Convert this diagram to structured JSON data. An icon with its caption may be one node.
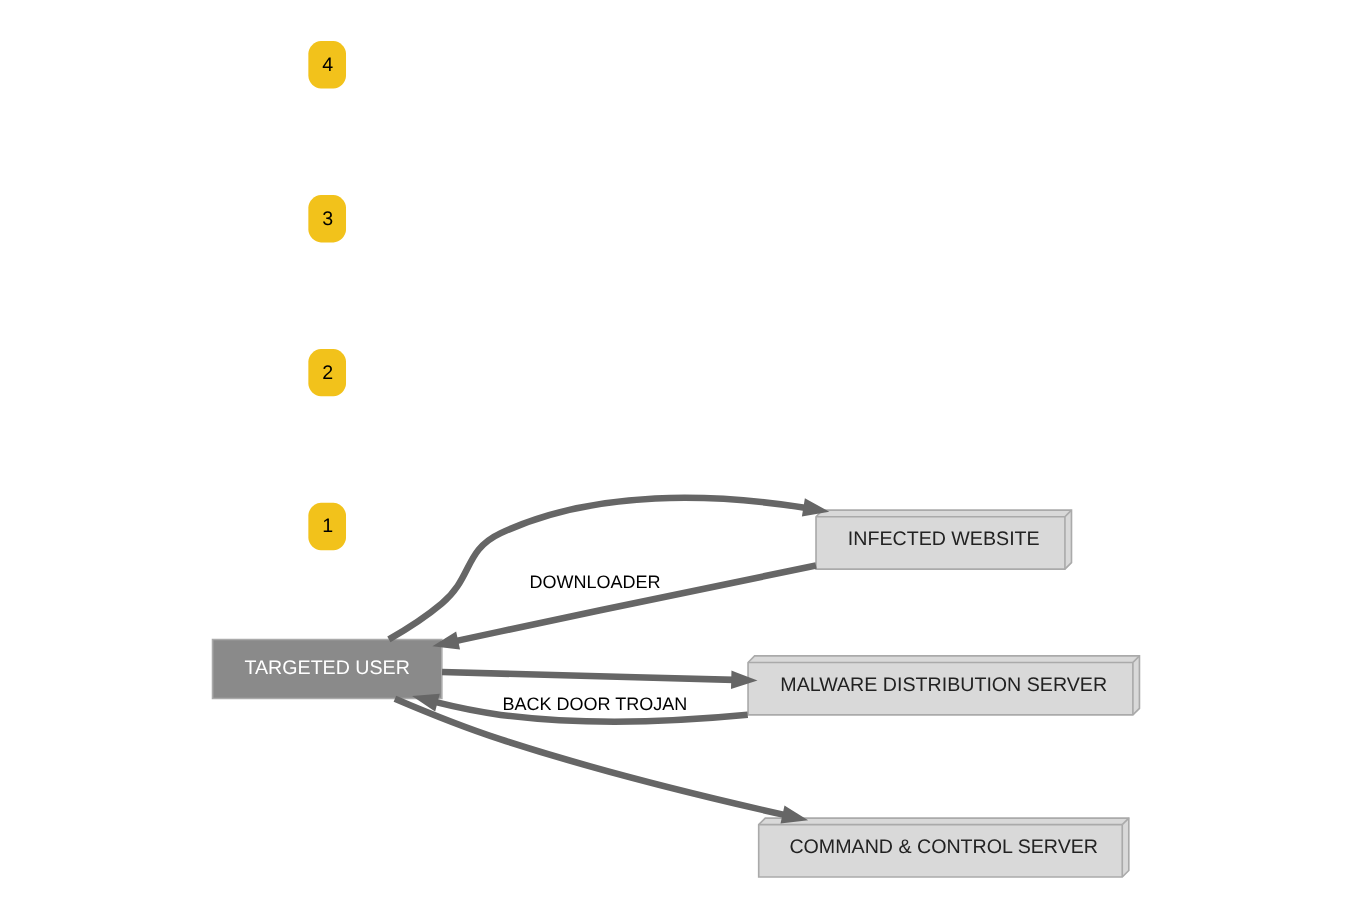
{
  "diagram": {
    "nodes": [
      {
        "text": [
          "TARGETED USER"
        ]
      },
      {
        "text": [
          "INFECTED WEBSITE"
        ]
      },
      {
        "text": [
          "MALWARE DISTRIBUTION SERVER"
        ]
      },
      {
        "text": [
          "COMMAND & CONTROL SERVER"
        ]
      }
    ],
    "edges": [
      {
        "from": 0,
        "to": 1,
        "arrow": "to"
      },
      {
        "from": 1,
        "to": 0,
        "arrow": "to",
        "label": "DOWNLOADER"
      },
      {
        "from": 0,
        "to": 2,
        "arrow": "to"
      },
      {
        "from": 2,
        "to": 0,
        "arrow": "to",
        "label": "BACK DOOR TROJAN"
      },
      {
        "from": 0,
        "to": 3,
        "arrow": "to"
      }
    ],
    "labels": [
      "1",
      "2",
      "3",
      "4"
    ]
  }
}
